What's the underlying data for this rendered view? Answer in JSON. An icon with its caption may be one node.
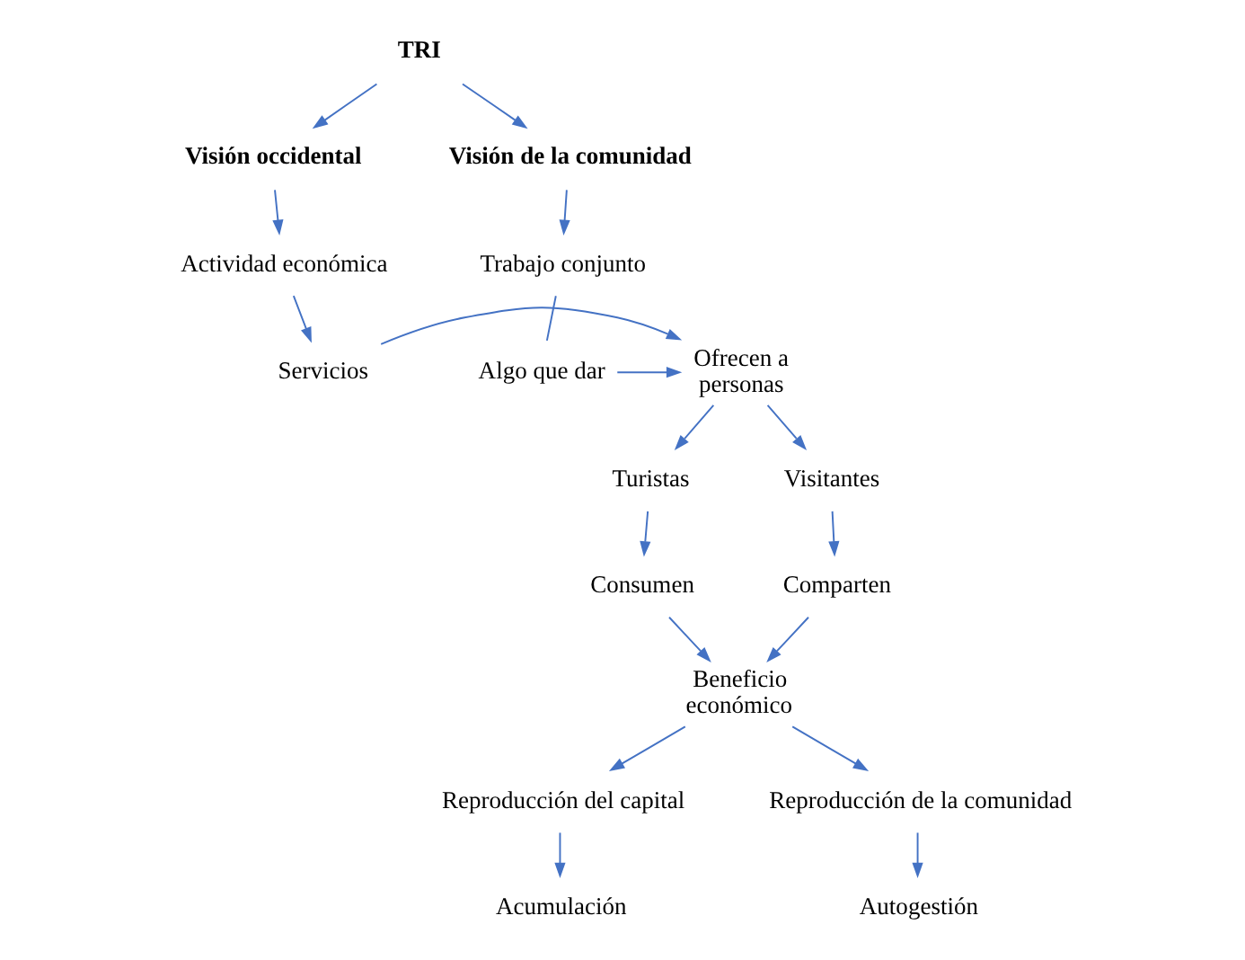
{
  "diagram": {
    "nodes": [
      {
        "text": [
          "TRI"
        ]
      },
      {
        "text": [
          "Visión occidental"
        ]
      },
      {
        "text": [
          "Visión de la comunidad"
        ]
      },
      {
        "text": [
          "Actividad económica"
        ]
      },
      {
        "text": [
          "Trabajo conjunto"
        ]
      },
      {
        "text": [
          "Servicios"
        ]
      },
      {
        "text": [
          "Ofrecen a personas"
        ]
      },
      {
        "text": [
          "Algo que dar"
        ]
      },
      {
        "text": [
          "Turistas"
        ]
      },
      {
        "text": [
          "Visitantes"
        ]
      },
      {
        "text": [
          "Consumen"
        ]
      },
      {
        "text": [
          "Comparten"
        ]
      },
      {
        "text": [
          "Beneficio económico"
        ]
      },
      {
        "text": [
          "Reproducción del capital"
        ]
      },
      {
        "text": [
          "Reproducción de la comunidad"
        ]
      },
      {
        "text": [
          "Acumulación"
        ]
      },
      {
        "text": [
          "Autogestión"
        ]
      }
    ],
    "edges": [
      {
        "from": 0,
        "to": 1,
        "arrow": "to"
      },
      {
        "from": 0,
        "to": 2,
        "arrow": "to"
      },
      {
        "from": 1,
        "to": 3,
        "arrow": "to"
      },
      {
        "from": 2,
        "to": 4,
        "arrow": "to"
      },
      {
        "from": 3,
        "to": 5,
        "arrow": "to"
      },
      {
        "from": 4,
        "to": 7,
        "arrow": "none"
      },
      {
        "from": 5,
        "to": 6,
        "arrow": "to"
      },
      {
        "from": 7,
        "to": 6,
        "arrow": "to"
      },
      {
        "from": 6,
        "to": 8,
        "arrow": "to"
      },
      {
        "from": 6,
        "to": 9,
        "arrow": "to"
      },
      {
        "from": 8,
        "to": 10,
        "arrow": "to"
      },
      {
        "from": 9,
        "to": 11,
        "arrow": "to"
      },
      {
        "from": 10,
        "to": 12,
        "arrow": "to"
      },
      {
        "from": 11,
        "to": 12,
        "arrow": "to"
      },
      {
        "from": 12,
        "to": 13,
        "arrow": "to"
      },
      {
        "from": 12,
        "to": 14,
        "arrow": "to"
      },
      {
        "from": 13,
        "to": 15,
        "arrow": "to"
      },
      {
        "from": 14,
        "to": 16,
        "arrow": "to"
      }
    ]
  }
}
